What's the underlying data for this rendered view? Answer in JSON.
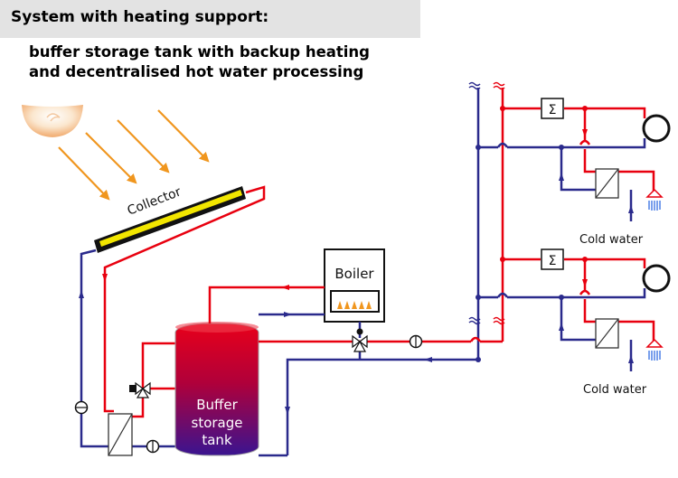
{
  "header": {
    "title": "System with heating support:",
    "subtitle_line1": "buffer storage tank with backup heating",
    "subtitle_line2": "and decentralised hot water processing"
  },
  "labels": {
    "collector": "Collector",
    "boiler": "Boiler",
    "tank_line1": "Buffer",
    "tank_line2": "storage",
    "tank_line3": "tank",
    "cold_water_upper": "Cold water",
    "cold_water_lower": "Cold water",
    "sum_symbol_upper": "Σ",
    "sum_symbol_lower": "Σ"
  },
  "colors": {
    "hot_line": "#e8000f",
    "cold_line": "#2a2a8c",
    "sun_rays": "#f0961e",
    "collector_fill": "#f2e600",
    "shower_water": "#2060e0",
    "title_bar": "#e3e3e3"
  },
  "icons": [
    "sun-icon",
    "collector-panel-icon",
    "boiler-burner-icon",
    "buffer-tank-icon",
    "heat-exchanger-icon",
    "pump-icon",
    "three-way-valve-icon",
    "radiator-icon",
    "shower-icon",
    "sum-meter-icon"
  ]
}
